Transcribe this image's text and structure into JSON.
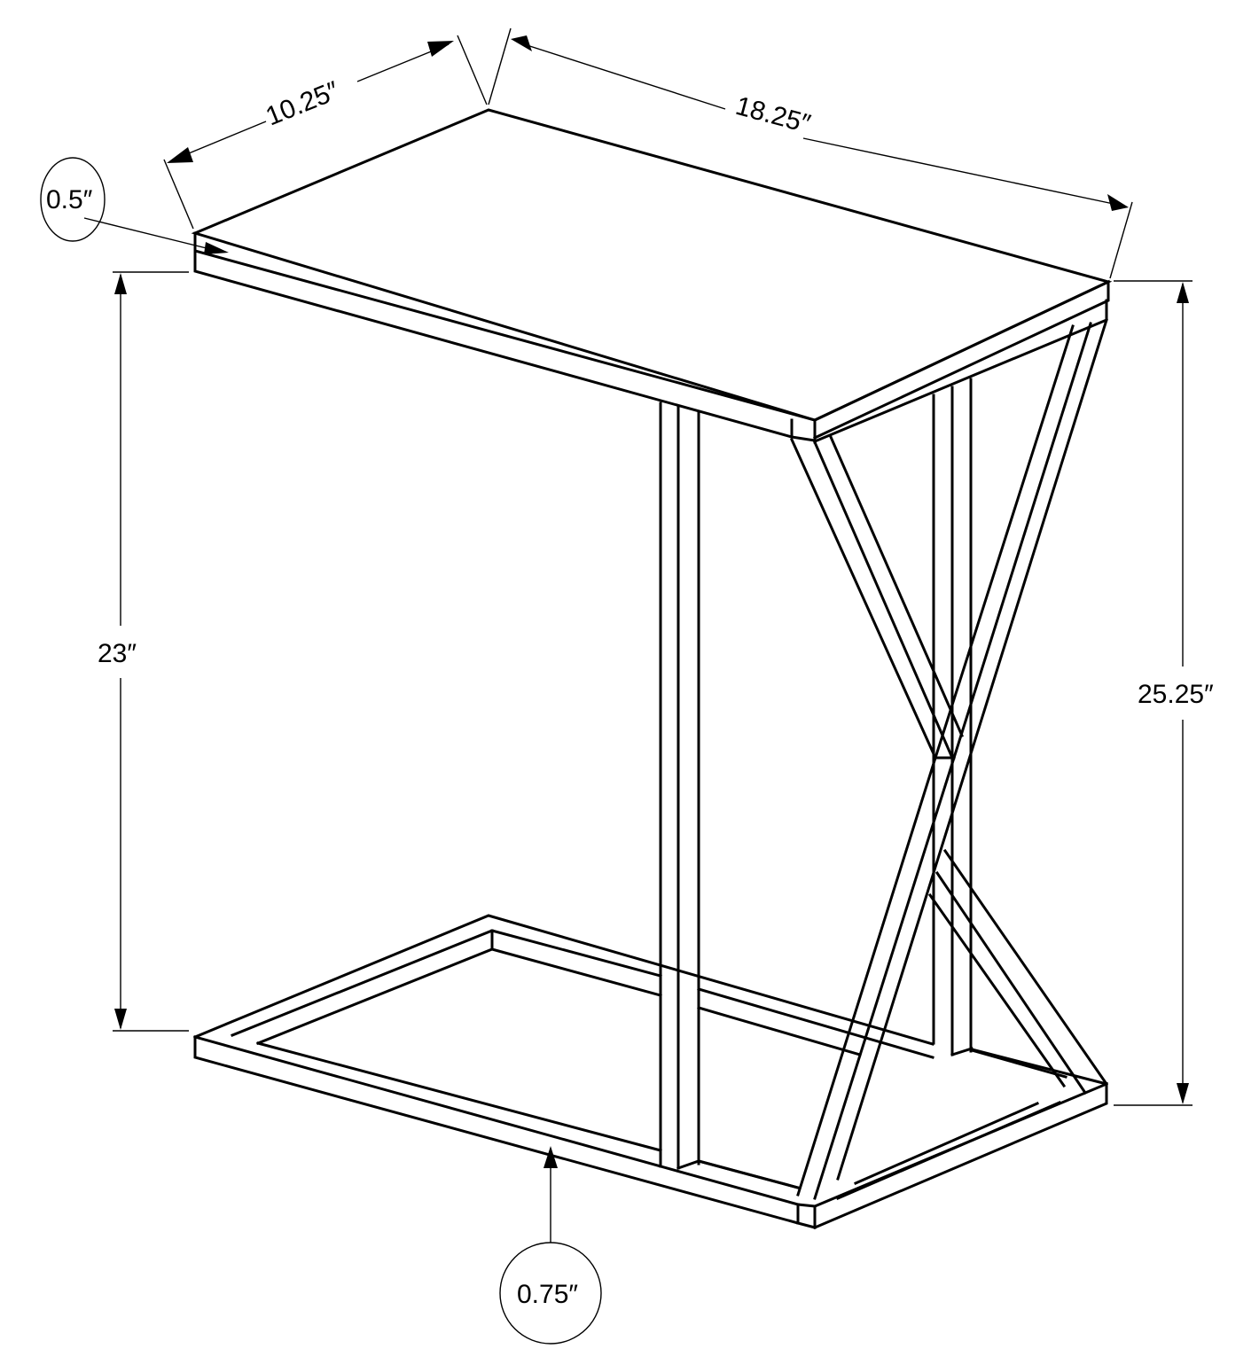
{
  "diagram": {
    "title": "C-shaped side table dimensions",
    "colors": {
      "line": "#000000",
      "background": "#ffffff"
    },
    "dimensions": {
      "depth": {
        "label": "10.25″",
        "value": 10.25,
        "unit": "in"
      },
      "width": {
        "label": "18.25″",
        "value": 18.25,
        "unit": "in"
      },
      "top_thickness": {
        "label": "0.5″",
        "value": 0.5,
        "unit": "in"
      },
      "clearance_height": {
        "label": "23″",
        "value": 23,
        "unit": "in"
      },
      "overall_height": {
        "label": "25.25″",
        "value": 25.25,
        "unit": "in"
      },
      "frame_thickness": {
        "label": "0.75″",
        "value": 0.75,
        "unit": "in"
      }
    }
  }
}
